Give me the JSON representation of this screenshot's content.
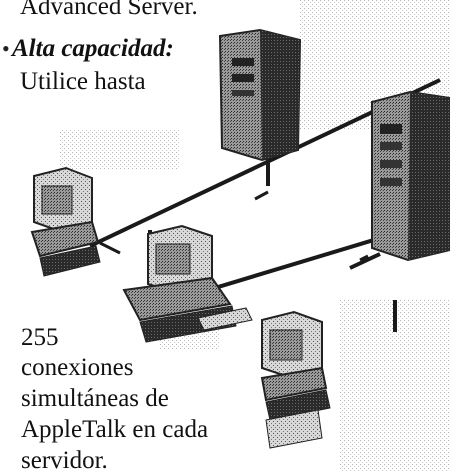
{
  "text": {
    "line1": "Advanced Server.",
    "bullet": "•",
    "heading": "Alta capacidad:",
    "line3": "Utilice hasta",
    "line4": "255",
    "line5": "conexiones",
    "line6": "simultáneas de",
    "line7": "AppleTalk en cada",
    "line8": "servidor."
  }
}
